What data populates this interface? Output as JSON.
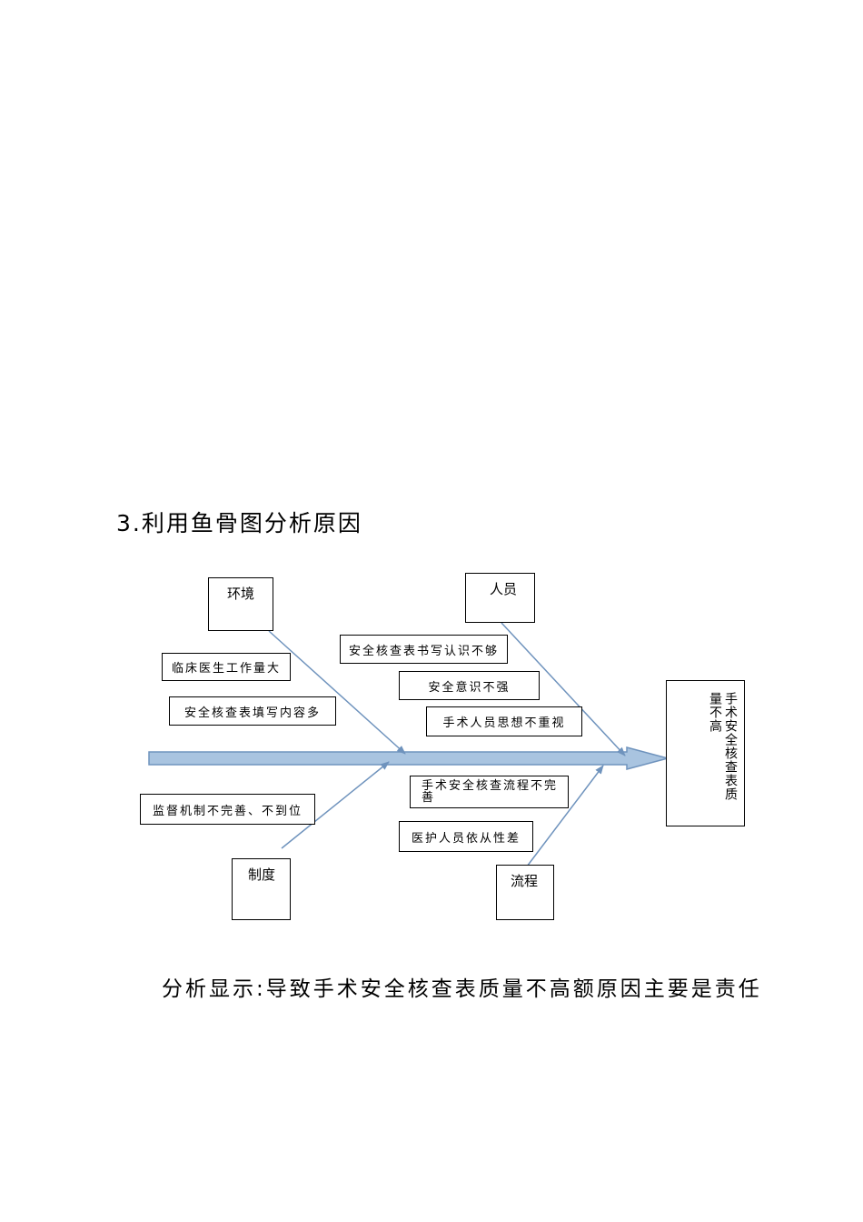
{
  "heading": "3.利用鱼骨图分析原因",
  "categories": {
    "environment": "环境",
    "personnel": "人员",
    "system": "制度",
    "process": "流程"
  },
  "causes": {
    "env_1": "临床医生工作量大",
    "env_2": "安全核查表填写内容多",
    "per_1": "安全核查表书写认识不够",
    "per_2": "安全意识不强",
    "per_3": "手术人员思想不重视",
    "sys_1": "监督机制不完善、不到位",
    "proc_1": "手术安全核查流程不完善",
    "proc_2": "医护人员依从性差"
  },
  "effect": {
    "col_right": "手术安全核查表质",
    "col_left": "量不高"
  },
  "summary": "分析显示:导致手术安全核查表质量不高额原因主要是责任",
  "colors": {
    "spine_fill": "#a9c4e0",
    "spine_stroke": "#6f93bd",
    "bone": "#6f93bd"
  }
}
